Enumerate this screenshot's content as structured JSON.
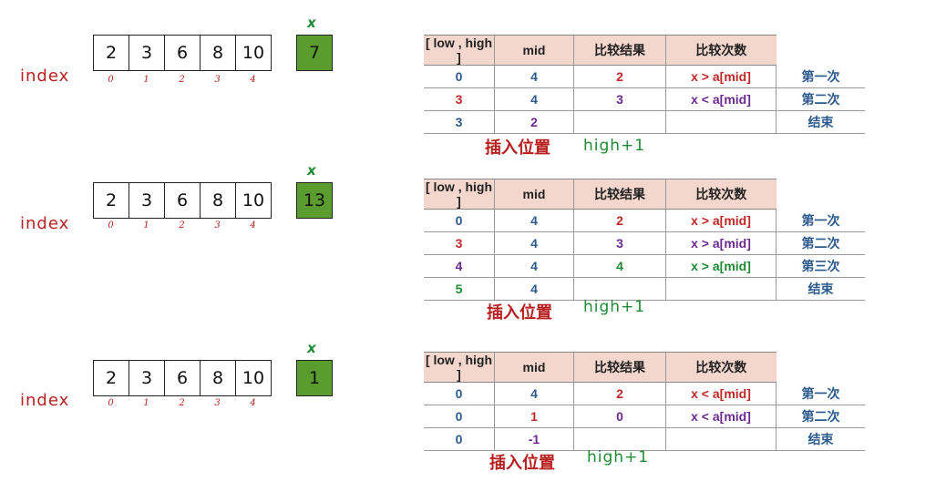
{
  "index_label": "index",
  "x_label": "x",
  "insert_label": "插入位置",
  "insert_value": "high+1",
  "headers": [
    "[ low    ,    high ]",
    "mid",
    "比较结果",
    "比较次数"
  ],
  "colors": {
    "array_border": "#222222",
    "x_box_fill": "#5a9c2d",
    "header_fill": "#f3d6cc",
    "red": "#c02828",
    "blue": "#2c5a8c",
    "purple": "#6a2a90",
    "green": "#1e8a33"
  },
  "examples": [
    {
      "array": [
        "2",
        "3",
        "6",
        "8",
        "10"
      ],
      "indices": [
        "0",
        "1",
        "2",
        "3",
        "4"
      ],
      "x": "7",
      "rows": [
        {
          "low": "0",
          "high": "4",
          "mid": "2",
          "result": "x > a[mid]",
          "count": "第一次"
        },
        {
          "low": "3",
          "high": "4",
          "mid": "3",
          "result": "x < a[mid]",
          "count": "第二次"
        },
        {
          "low": "3",
          "high": "2",
          "mid": "",
          "result": "",
          "count": "结束"
        }
      ]
    },
    {
      "array": [
        "2",
        "3",
        "6",
        "8",
        "10"
      ],
      "indices": [
        "0",
        "1",
        "2",
        "3",
        "4"
      ],
      "x": "13",
      "rows": [
        {
          "low": "0",
          "high": "4",
          "mid": "2",
          "result": "x > a[mid]",
          "count": "第一次"
        },
        {
          "low": "3",
          "high": "4",
          "mid": "3",
          "result": "x > a[mid]",
          "count": "第二次"
        },
        {
          "low": "4",
          "high": "4",
          "mid": "4",
          "result": "x > a[mid]",
          "count": "第三次"
        },
        {
          "low": "5",
          "high": "4",
          "mid": "",
          "result": "",
          "count": "结束"
        }
      ]
    },
    {
      "array": [
        "2",
        "3",
        "6",
        "8",
        "10"
      ],
      "indices": [
        "0",
        "1",
        "2",
        "3",
        "4"
      ],
      "x": "1",
      "rows": [
        {
          "low": "0",
          "high": "4",
          "mid": "2",
          "result": "x < a[mid]",
          "count": "第一次"
        },
        {
          "low": "0",
          "high": "1",
          "mid": "0",
          "result": "x < a[mid]",
          "count": "第二次"
        },
        {
          "low": "0",
          "high": "-1",
          "mid": "",
          "result": "",
          "count": "结束"
        }
      ]
    }
  ]
}
